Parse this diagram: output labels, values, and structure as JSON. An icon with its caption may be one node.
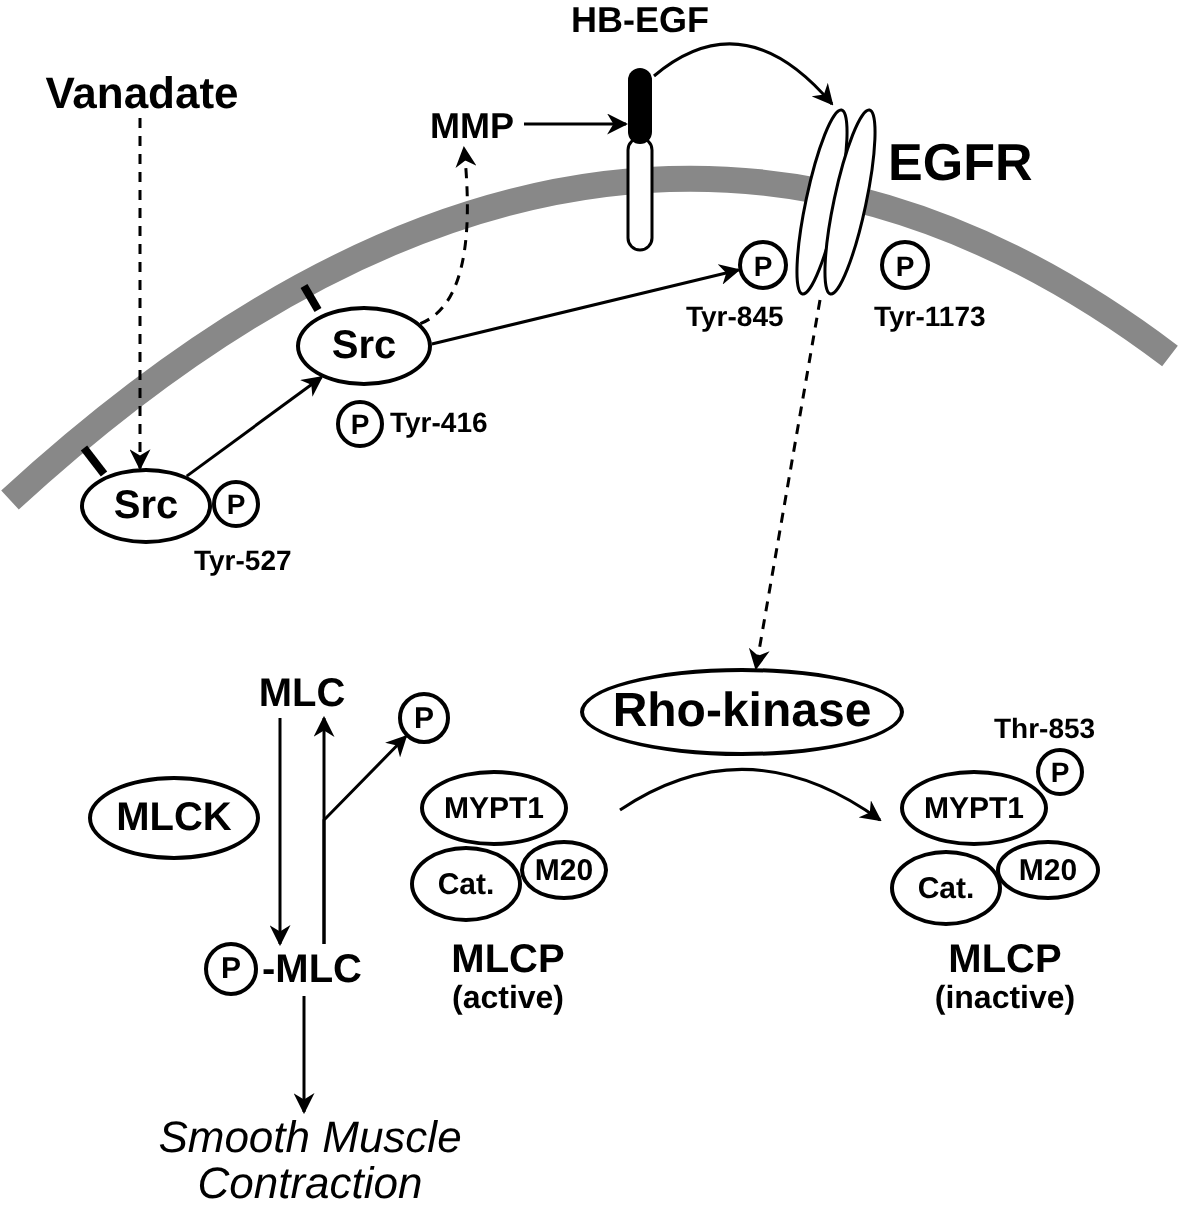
{
  "diagram": {
    "nodes": [
      {
        "text": [
          "Vanadate"
        ]
      },
      {
        "text": [
          "Src"
        ]
      },
      {
        "text": [
          "P"
        ],
        "beside": [
          "Tyr-527"
        ]
      },
      {
        "text": [
          "Src"
        ]
      },
      {
        "text": [
          "P"
        ],
        "beside": [
          "Tyr-416"
        ]
      },
      {
        "text": [
          "MMP"
        ]
      },
      {
        "text": [
          "HB-EGF"
        ]
      },
      {
        "text": [
          "EGFR"
        ]
      },
      {
        "text": [
          "P"
        ],
        "beside": [
          "Tyr-845"
        ]
      },
      {
        "text": [
          "P"
        ],
        "beside": [
          "Tyr-1173"
        ]
      },
      {
        "text": [
          "Rho-kinase"
        ]
      },
      {
        "text": [
          "MLCP",
          "(active)"
        ]
      },
      {
        "text": [
          "MYPT1"
        ],
        "in": 11
      },
      {
        "text": [
          "Cat."
        ],
        "in": 11
      },
      {
        "text": [
          "M20"
        ],
        "in": 11
      },
      {
        "text": [
          "MLCP",
          "(inactive)"
        ]
      },
      {
        "text": [
          "MYPT1"
        ],
        "in": 15
      },
      {
        "text": [
          "P"
        ],
        "in": 15,
        "beside": [
          "Thr-853"
        ]
      },
      {
        "text": [
          "Cat."
        ],
        "in": 15
      },
      {
        "text": [
          "M20"
        ],
        "in": 15
      },
      {
        "text": [
          "MLC"
        ]
      },
      {
        "text": [
          "P"
        ]
      },
      {
        "text": [
          "MLCK"
        ]
      },
      {
        "text": [
          "P"
        ]
      },
      {
        "text": [
          "-MLC"
        ]
      },
      {
        "text": [
          "Smooth Muscle Contraction"
        ]
      }
    ],
    "edges": [
      {
        "from": 0,
        "to": 1,
        "arrow": "to",
        "style": "dashed"
      },
      {
        "from": 1,
        "to": 3,
        "arrow": "to"
      },
      {
        "from": 3,
        "to": 5,
        "arrow": "to",
        "style": "dashed"
      },
      {
        "from": 5,
        "to": 6,
        "arrow": "to"
      },
      {
        "from": 6,
        "to": 7,
        "arrow": "to"
      },
      {
        "from": 3,
        "to": 8,
        "arrow": "to"
      },
      {
        "from": 7,
        "to": 10,
        "arrow": "to",
        "style": "dashed"
      },
      {
        "from": 11,
        "to": 15,
        "arrow": "to"
      },
      {
        "from": 20,
        "to": 24,
        "arrow": "to"
      },
      {
        "from": 24,
        "to": 20,
        "arrow": "to"
      },
      {
        "from": 24,
        "to": 21,
        "arrow": "to"
      },
      {
        "from": 24,
        "to": 25,
        "arrow": "to"
      }
    ]
  }
}
